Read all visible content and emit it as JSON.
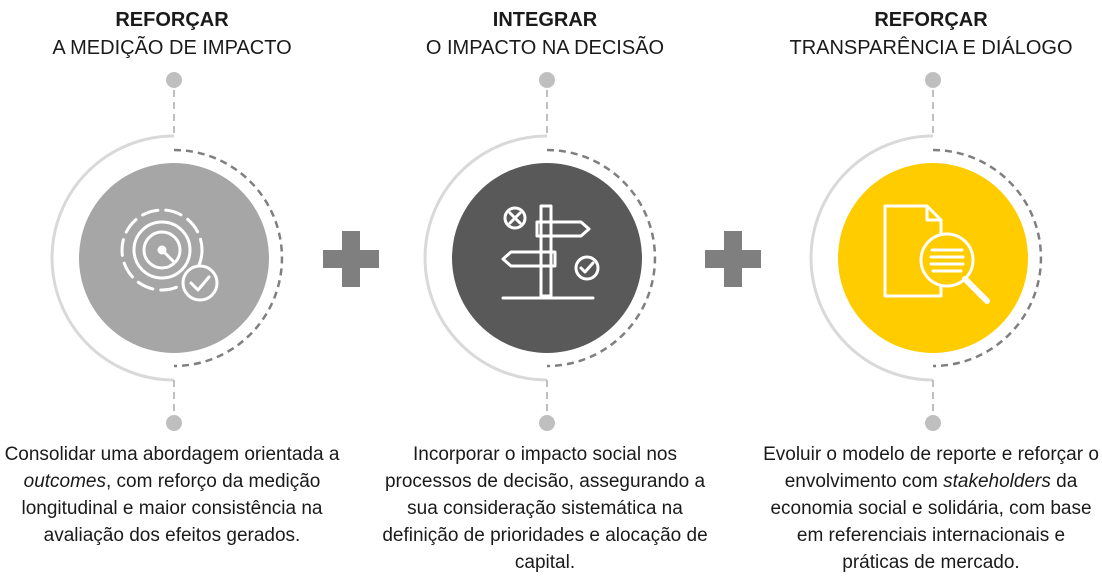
{
  "pillars": [
    {
      "verb": "REFORÇAR",
      "object": "A MEDIÇÃO DE IMPACTO",
      "text_before": "Consolidar uma abordagem orientada a ",
      "text_emph": "outcomes",
      "text_after": ", com reforço da medição longitudinal e maior consistência na avaliação dos efeitos gerados.",
      "icon": "gear-gauge-check-icon",
      "circle_color": "#a6a6a6"
    },
    {
      "verb": "INTEGRAR",
      "object": "O IMPACTO NA DECISÃO",
      "text_before": "Incorporar o impacto social nos processos de decisão, assegurando a sua consideração sistemática na definição de prioridades e alocação de capital.",
      "text_emph": "",
      "text_after": "",
      "icon": "signpost-decision-icon",
      "circle_color": "#595959"
    },
    {
      "verb": "REFORÇAR",
      "object": "TRANSPARÊNCIA E DIÁLOGO",
      "text_before": "Evoluir o modelo de reporte e reforçar o envolvimento com ",
      "text_emph": "stakeholders",
      "text_after": " da economia social e solidária, com base em referenciais internacionais e práticas de mercado.",
      "icon": "document-magnifier-icon",
      "circle_color": "#ffcc00"
    }
  ],
  "connector": {
    "icon": "plus-icon",
    "color": "#7f7f7f"
  },
  "colors": {
    "dot": "#bfbfbf",
    "line": "#bfbfbf",
    "arc": "#d9d9d9",
    "dash": "#7f7f7f"
  }
}
